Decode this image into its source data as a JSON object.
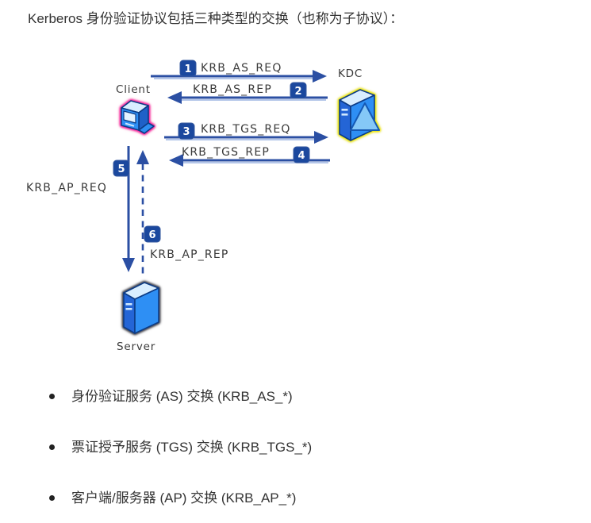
{
  "title": "Kerberos 身份验证协议包括三种类型的交换（也称为子协议）：",
  "diagram": {
    "nodes": {
      "client": "Client",
      "kdc": "KDC",
      "server": "Server"
    },
    "steps": [
      {
        "num": "1",
        "label": "KRB_AS_REQ",
        "from": "Client",
        "to": "KDC",
        "style": "solid"
      },
      {
        "num": "2",
        "label": "KRB_AS_REP",
        "from": "KDC",
        "to": "Client",
        "style": "solid"
      },
      {
        "num": "3",
        "label": "KRB_TGS_REQ",
        "from": "Client",
        "to": "KDC",
        "style": "solid"
      },
      {
        "num": "4",
        "label": "KRB_TGS_REP",
        "from": "KDC",
        "to": "Client",
        "style": "solid"
      },
      {
        "num": "5",
        "label": "KRB_AP_REQ",
        "from": "Client",
        "to": "Server",
        "style": "solid"
      },
      {
        "num": "6",
        "label": "KRB_AP_REP",
        "from": "Server",
        "to": "Client",
        "style": "dashed"
      }
    ],
    "colors": {
      "arrow_blue": "#2b4fa3",
      "step_badge_blue": "#1b489e",
      "client_glow_pink": "#ff2da2",
      "kdc_glow_yellow": "#f5ee00",
      "server_glow_gray": "#4a4a52",
      "icon_blue": "#2e8ff4",
      "icon_top_blue": "#d9eeff",
      "label_text": "#3a3a3a"
    }
  },
  "list": {
    "items": [
      "身份验证服务 (AS) 交换 (KRB_AS_*)",
      "票证授予服务 (TGS) 交换 (KRB_TGS_*)",
      "客户端/服务器 (AP) 交换 (KRB_AP_*)"
    ]
  }
}
